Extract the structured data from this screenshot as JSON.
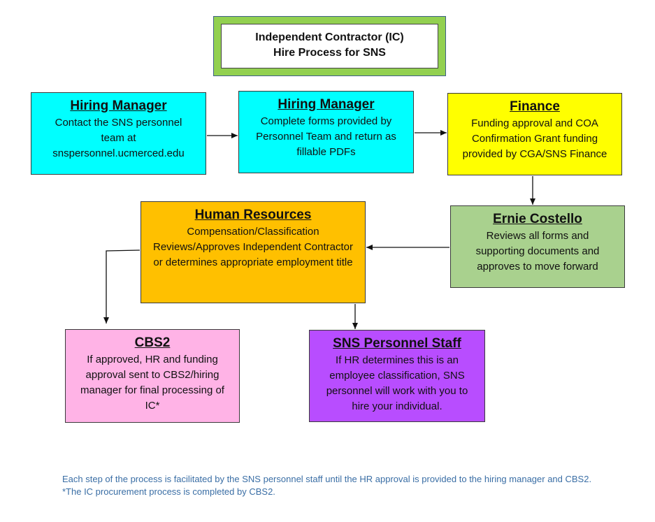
{
  "title": {
    "line1": "Independent Contractor (IC)",
    "line2": "Hire Process for SNS"
  },
  "nodes": {
    "hiring_manager_1": {
      "heading": "Hiring Manager",
      "text": "Contact the SNS personnel team at snspersonnel.ucmerced.edu",
      "color": "#00ffff"
    },
    "hiring_manager_2": {
      "heading": "Hiring Manager",
      "text": "Complete forms provided by Personnel Team and return as fillable PDFs",
      "color": "#00ffff"
    },
    "finance": {
      "heading": "Finance",
      "text": "Funding approval and COA Confirmation Grant funding provided by CGA/SNS Finance",
      "color": "#ffff00"
    },
    "ernie_costello": {
      "heading": "Ernie Costello",
      "text": "Reviews all forms and supporting documents and approves to move forward",
      "color": "#a9d18e"
    },
    "human_resources": {
      "heading": "Human Resources",
      "text": "Compensation/Classification Reviews/Approves Independent Contractor or determines appropriate employment title",
      "color": "#ffc000"
    },
    "cbs2": {
      "heading": "CBS2",
      "text": "If approved, HR and funding approval sent to CBS2/hiring manager for final processing of IC*",
      "color": "#ffb3e6"
    },
    "sns_personnel_staff": {
      "heading": "SNS Personnel Staff",
      "text": "If HR determines this is an employee classification, SNS personnel will work with you to hire your individual.",
      "color": "#b84dff"
    }
  },
  "footnote": {
    "line1": "Each step of the process is facilitated by the SNS personnel staff until the HR approval is provided to the hiring manager and CBS2.",
    "line2": "*The IC procurement process is completed by CBS2."
  }
}
